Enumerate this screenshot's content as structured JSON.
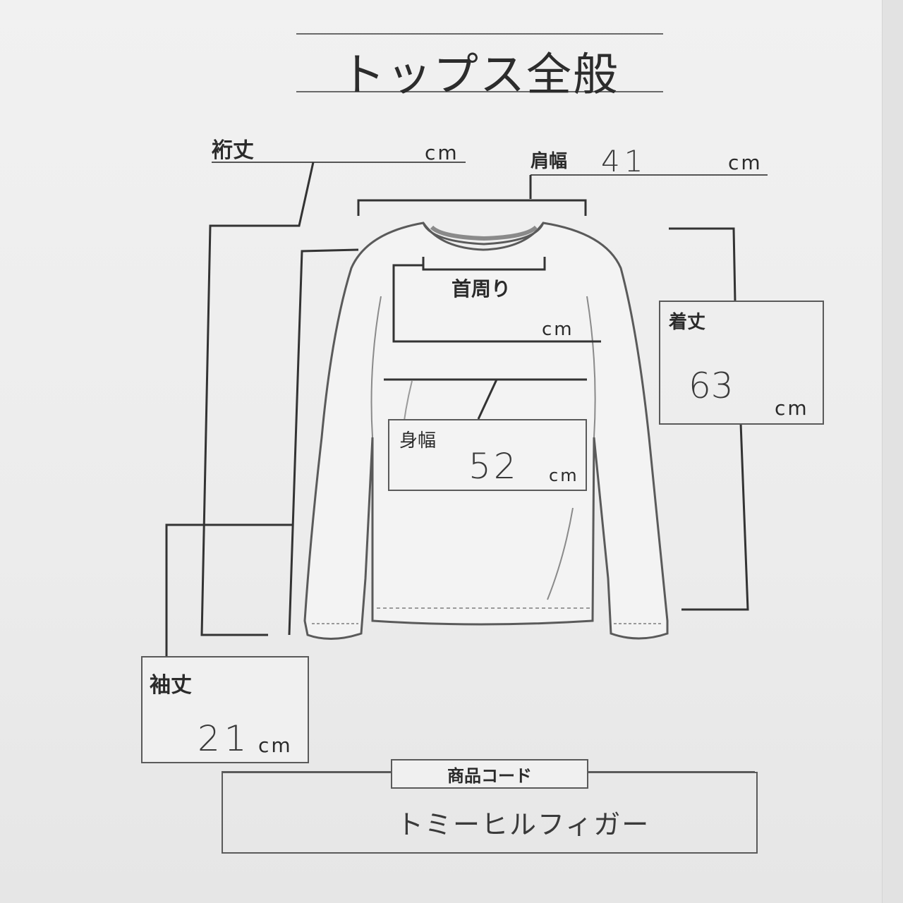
{
  "title": "トップス全般",
  "fields": {
    "yuki": {
      "label": "裄丈",
      "value": "",
      "unit": "cm"
    },
    "katahaba": {
      "label": "肩幅",
      "value": "41",
      "unit": "cm"
    },
    "kubimawari": {
      "label": "首周り",
      "value": "",
      "unit": "cm"
    },
    "kitake": {
      "label": "着丈",
      "value": "63",
      "unit": "cm"
    },
    "mihaba": {
      "label": "身幅",
      "value": "52",
      "unit": "cm"
    },
    "sodetake": {
      "label": "袖丈",
      "value": "21",
      "unit": "cm"
    }
  },
  "product_code": {
    "label": "商品コード",
    "value": "トミーヒルフィガー"
  }
}
